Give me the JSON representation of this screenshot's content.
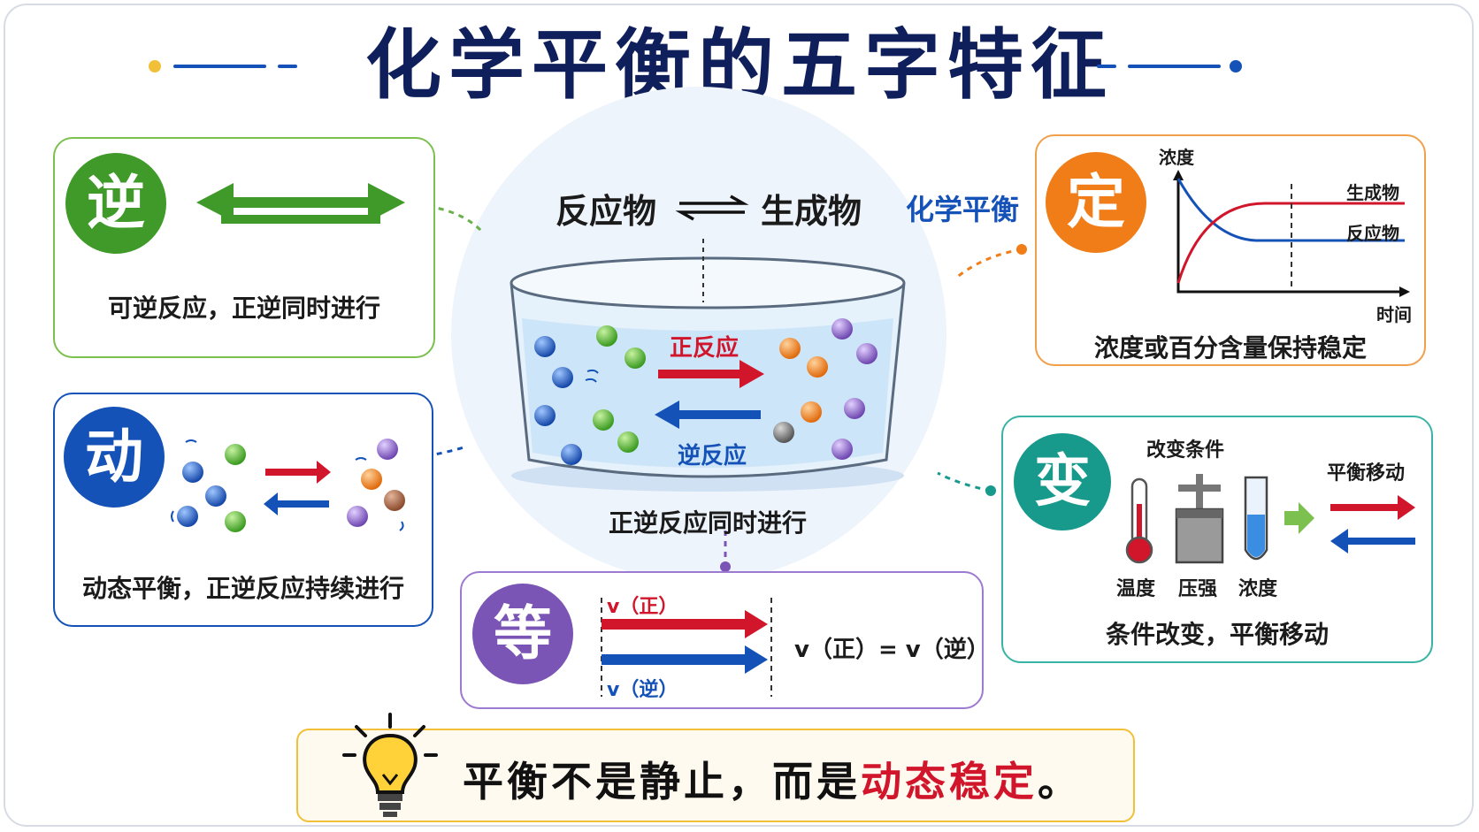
{
  "title": "化学平衡的五字特征",
  "colors": {
    "navy": "#0f1f5c",
    "green": "#3f9a2a",
    "blue": "#1552b8",
    "orange": "#f07d17",
    "teal": "#179a8c",
    "purple": "#7b55b5",
    "red": "#d1152b",
    "gold": "#f2c038"
  },
  "center": {
    "equation_left": "反应物",
    "equation_right": "生成物",
    "label": "化学平衡",
    "forward": "正反应",
    "reverse": "逆反应",
    "caption": "正逆反应同时进行"
  },
  "ni": {
    "char": "逆",
    "caption": "可逆反应，正逆同时进行"
  },
  "dong": {
    "char": "动",
    "caption": "动态平衡，正逆反应持续进行"
  },
  "ding": {
    "char": "定",
    "caption": "浓度或百分含量保持稳定",
    "yaxis": "浓度",
    "xaxis": "时间",
    "series_upper": "生成物",
    "series_lower": "反应物"
  },
  "bian": {
    "char": "变",
    "header": "改变条件",
    "result": "平衡移动",
    "icons": [
      "温度",
      "压强",
      "浓度"
    ],
    "caption": "条件改变，平衡移动"
  },
  "deng": {
    "char": "等",
    "v_forward": "v（正）",
    "v_reverse": "v（逆）",
    "equation": "v（正）= v（逆）"
  },
  "tip": {
    "prefix": "平衡不是静止，而是",
    "highlight": "动态稳定",
    "suffix": "。"
  }
}
